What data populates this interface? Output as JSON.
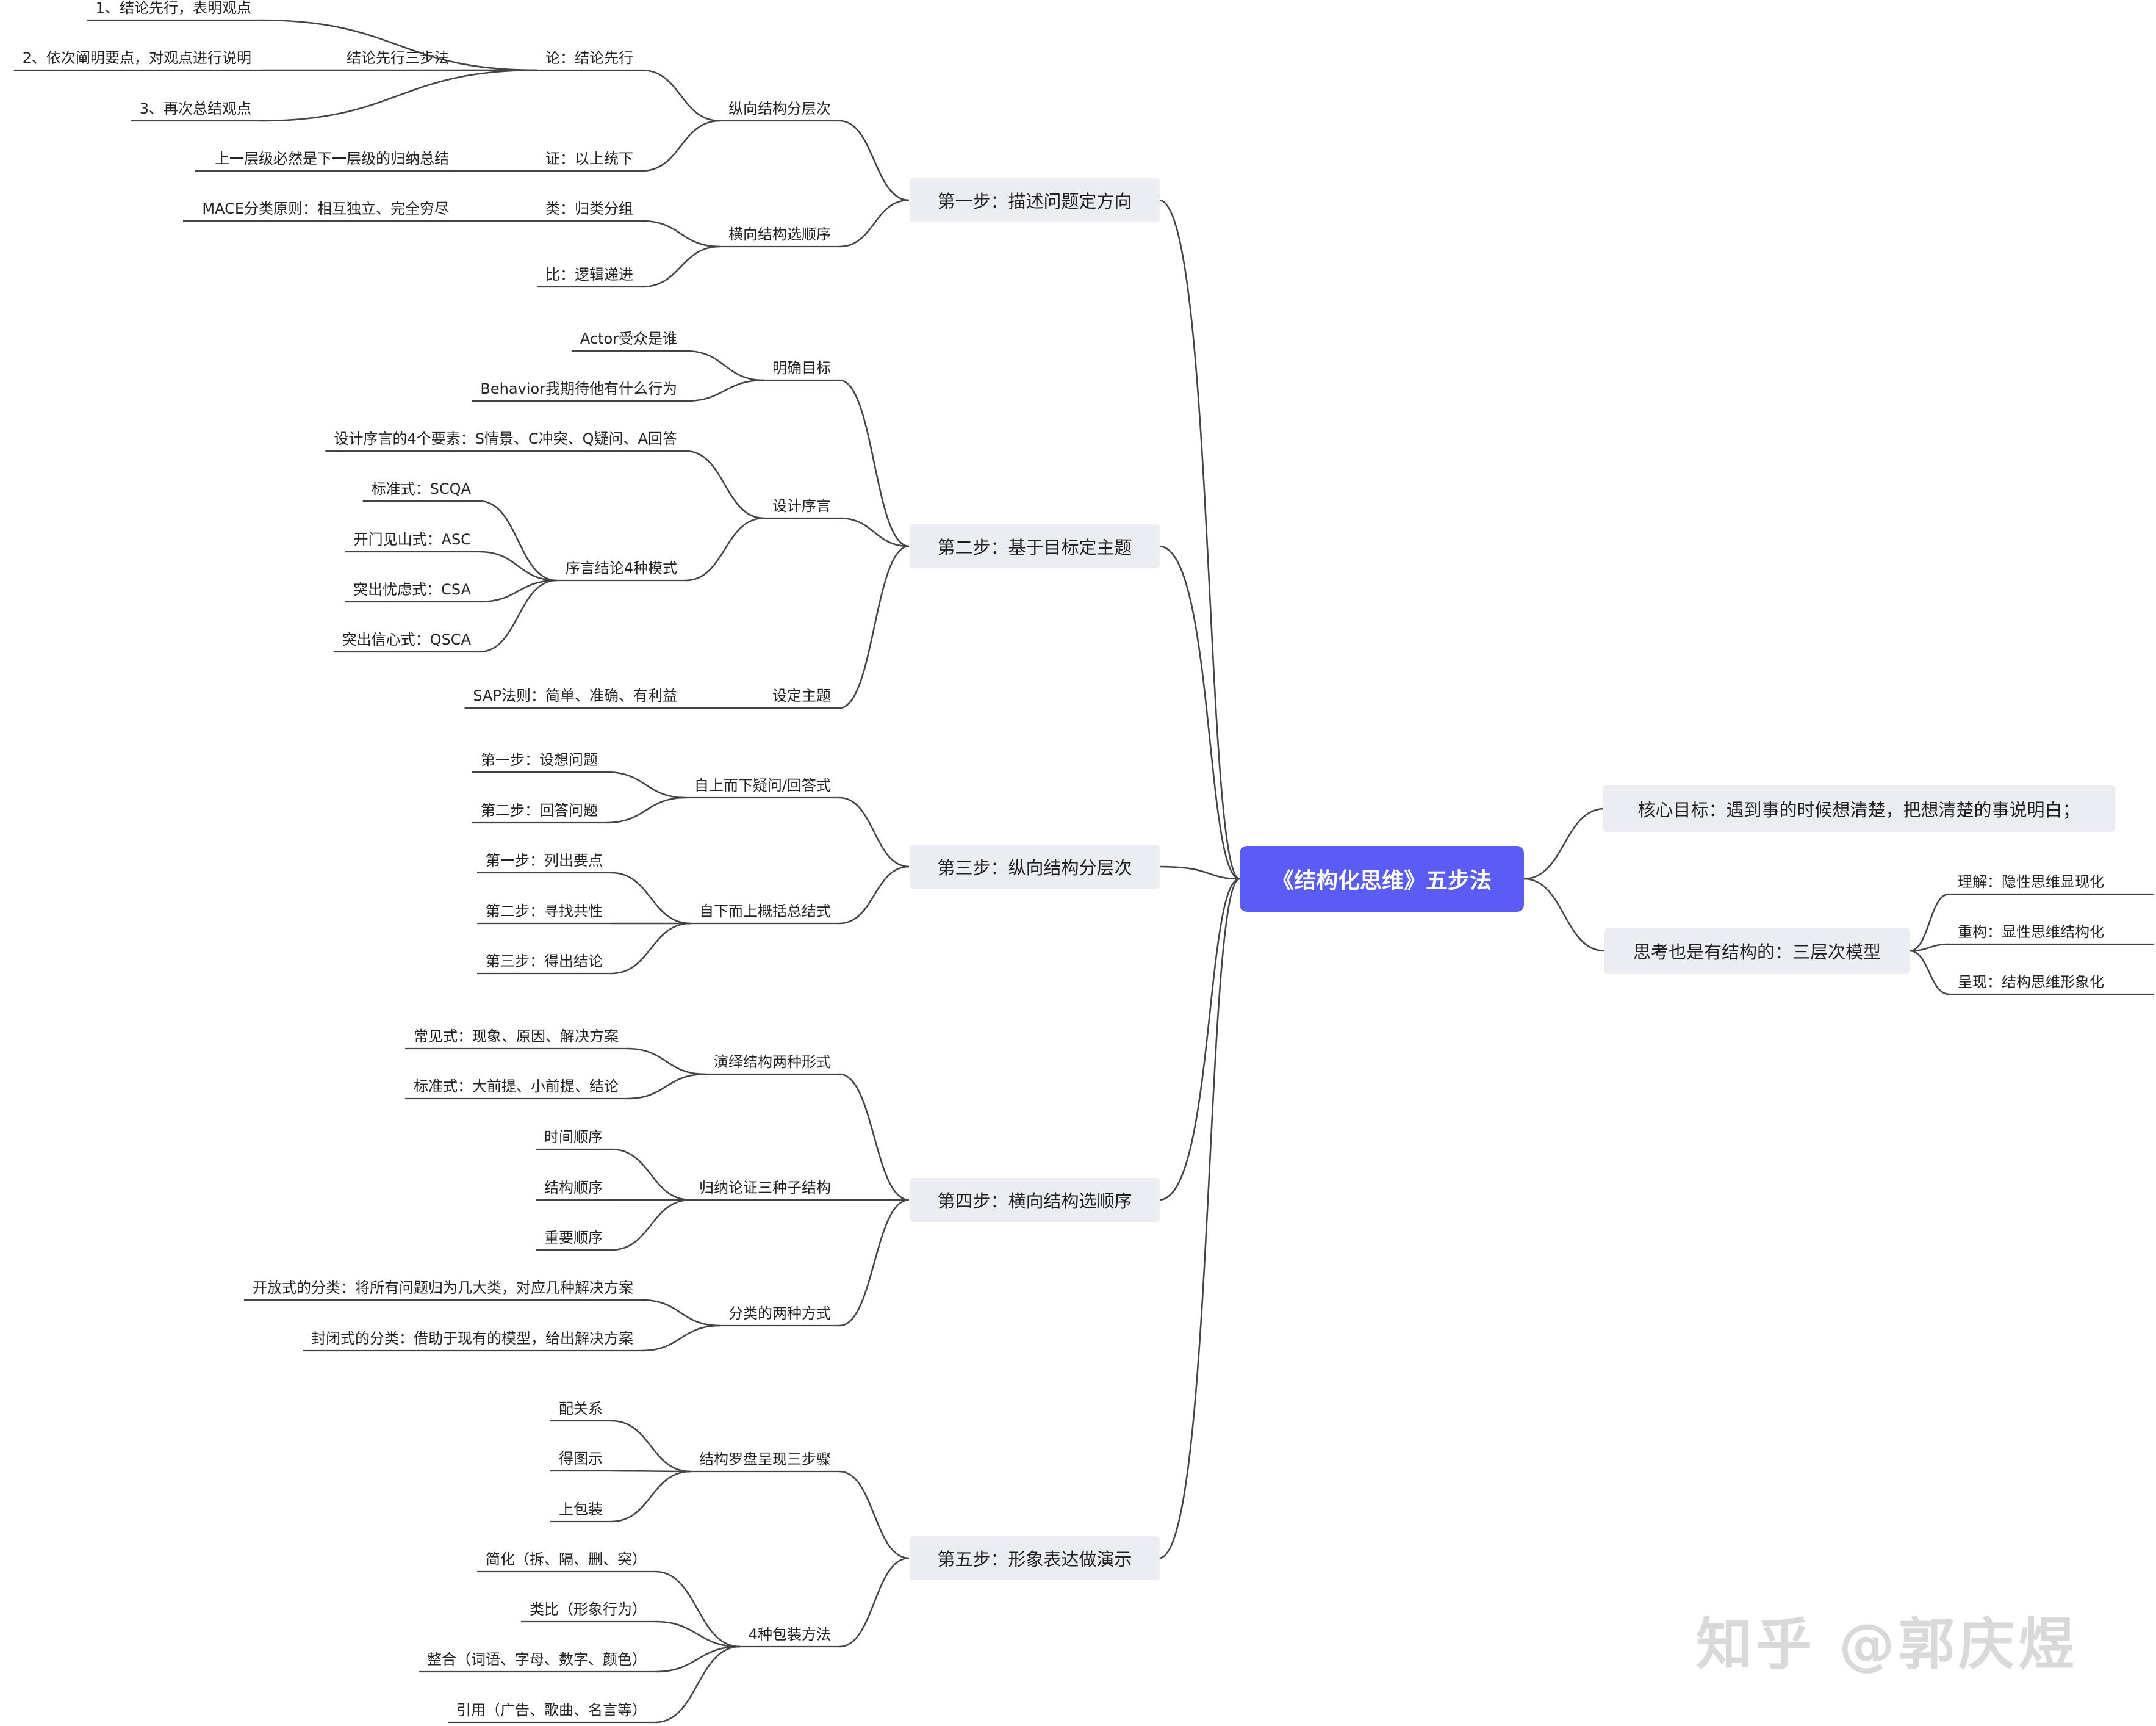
{
  "root": "《结构化思维》五步法",
  "right": {
    "goal": "核心目标：遇到事的时候想清楚，把想清楚的事说明白；",
    "model": "思考也是有结构的：三层次模型",
    "model_items": [
      "理解：隐性思维显现化",
      "重构：显性思维结构化",
      "呈现：结构思维形象化"
    ]
  },
  "steps": [
    {
      "label": "第一步：描述问题定方向",
      "branches": [
        {
          "label": "纵向结构分层次",
          "items": [
            {
              "label": "论：结论先行",
              "sub_label": "结论先行三步法",
              "subs": [
                "1、结论先行，表明观点",
                "2、依次阐明要点，对观点进行说明",
                "3、再次总结观点"
              ]
            },
            {
              "label": "证：以上统下",
              "note": "上一层级必然是下一层级的归纳总结"
            }
          ]
        },
        {
          "label": "横向结构选顺序",
          "items": [
            {
              "label": "类：归类分组",
              "note": "MACE分类原则：相互独立、完全穷尽"
            },
            {
              "label": "比：逻辑递进"
            }
          ]
        }
      ]
    },
    {
      "label": "第二步：基于目标定主题",
      "branches": [
        {
          "label": "明确目标",
          "items": [
            "Actor受众是谁",
            "Behavior我期待他有什么行为"
          ]
        },
        {
          "label": "设计序言",
          "items": [
            "设计序言的4个要素：S情景、C冲突、Q疑问、A回答"
          ],
          "sub_label": "序言结论4种模式",
          "subs": [
            "标准式：SCQA",
            "开门见山式：ASC",
            "突出忧虑式：CSA",
            "突出信心式：QSCA"
          ]
        },
        {
          "label": "设定主题",
          "items": [
            "SAP法则：简单、准确、有利益"
          ]
        }
      ]
    },
    {
      "label": "第三步：纵向结构分层次",
      "branches": [
        {
          "label": "自上而下疑问/回答式",
          "items": [
            "第一步：设想问题",
            "第二步：回答问题"
          ]
        },
        {
          "label": "自下而上概括总结式",
          "items": [
            "第一步：列出要点",
            "第二步：寻找共性",
            "第三步：得出结论"
          ]
        }
      ]
    },
    {
      "label": "第四步：横向结构选顺序",
      "branches": [
        {
          "label": "演绎结构两种形式",
          "items": [
            "常见式：现象、原因、解决方案",
            "标准式：大前提、小前提、结论"
          ]
        },
        {
          "label": "归纳论证三种子结构",
          "items": [
            "时间顺序",
            "结构顺序",
            "重要顺序"
          ]
        },
        {
          "label": "分类的两种方式",
          "items": [
            "开放式的分类：将所有问题归为几大类，对应几种解决方案",
            "封闭式的分类：借助于现有的模型，给出解决方案"
          ]
        }
      ]
    },
    {
      "label": "第五步：形象表达做演示",
      "branches": [
        {
          "label": "结构罗盘呈现三步骤",
          "items": [
            "配关系",
            "得图示",
            "上包装"
          ]
        },
        {
          "label": "4种包装方法",
          "items": [
            "简化（拆、隔、删、突）",
            "类比（形象行为）",
            "整合（词语、字母、数字、颜色）",
            "引用（广告、歌曲、名言等）"
          ]
        }
      ]
    }
  ],
  "watermark": "知乎 @郭庆煜",
  "colors": {
    "root_bg": "#5a5cf6",
    "node_bg": "#ecedf2",
    "line": "#444444"
  }
}
